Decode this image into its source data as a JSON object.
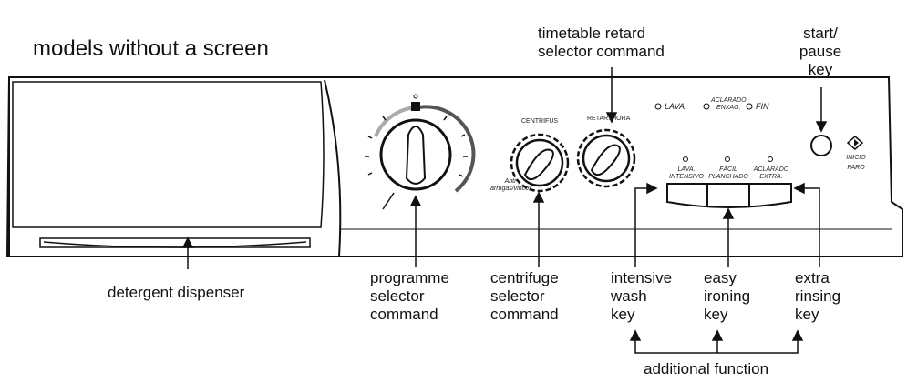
{
  "title": "models without a screen",
  "callouts": {
    "detergent_dispenser": "detergent dispenser",
    "programme_selector": [
      "programme",
      "selector",
      "command"
    ],
    "centrifuge_selector": [
      "centrifuge",
      "selector",
      "command"
    ],
    "timetable_retard": [
      "timetable retard",
      "selector command"
    ],
    "start_pause": [
      "start/",
      "pause",
      "key"
    ],
    "intensive_wash": [
      "intensive",
      "wash",
      "key"
    ],
    "easy_ironing": [
      "easy",
      "ironing",
      "key"
    ],
    "extra_rinsing": [
      "extra",
      "rinsing",
      "key"
    ],
    "additional_function": "additional function"
  },
  "panel_text": {
    "centrifus": "CENTRIFUS",
    "anti_arrugas": [
      "Anti-",
      "arrugas/vincos"
    ],
    "retar_hora": "RETAR. HORA",
    "phase_lava": "LAVA.",
    "phase_aclarado": [
      "ACLARADO",
      "ENXAG."
    ],
    "phase_fin": "FIN",
    "opt_intensivo": [
      "LAVA.",
      "INTENSIVO"
    ],
    "opt_planchado": [
      "FÁCIL",
      "PLANCHADO"
    ],
    "opt_extra": [
      "ACLARADO",
      "EXTRA."
    ],
    "inicio": "INICIO",
    "paro": "PARO"
  }
}
